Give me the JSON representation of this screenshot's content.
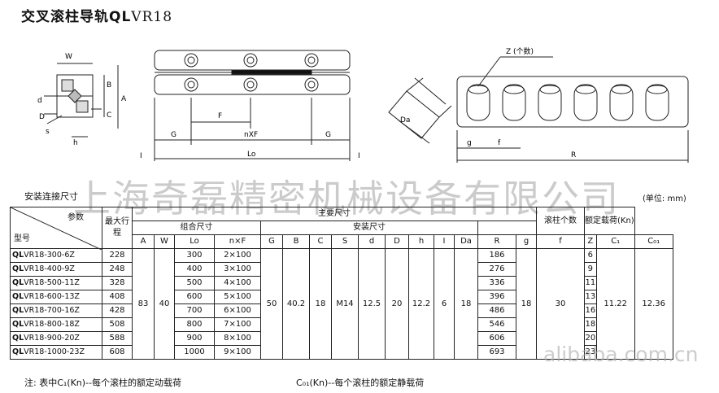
{
  "title": {
    "main": "交叉滚柱导轨",
    "brand": "QL",
    "sub": "VR18"
  },
  "drawing_labels": {
    "w": "W",
    "a": "A",
    "b": "B",
    "c": "C",
    "d": "d",
    "s": "s",
    "h": "h",
    "i": "I",
    "f": "F",
    "g": "G",
    "nxf": "nXF",
    "lo": "Lo",
    "z": "Z (个数)",
    "da": "Da",
    "g2": "g",
    "f2": "f",
    "r": "R"
  },
  "watermark": "上海奇磊精密机械设备有限公司",
  "watermark2": "alibaba.com.cn",
  "caption_left": "安装连接尺寸",
  "caption_right": "(单位: mm)",
  "table": {
    "corner_param": "参数",
    "corner_model": "型号",
    "max_travel": "最大行程",
    "main_dims": "主要尺寸",
    "assembly": "组合尺寸",
    "install": "安装尺寸",
    "roller_count": "滚柱个数",
    "rated_load": "额定载荷(Kn)",
    "sub_headers": [
      "A",
      "W",
      "Lo",
      "n×F",
      "G",
      "B",
      "C",
      "S",
      "d",
      "D",
      "h",
      "I",
      "Da",
      "R",
      "g",
      "f",
      "Z",
      "C₁",
      "C₀₁"
    ],
    "rows": [
      {
        "model_brand": "QL",
        "model": "VR18-300-6Z",
        "travel": "228",
        "lo": "300",
        "nxf": "2×100",
        "r": "186",
        "z": "6"
      },
      {
        "model_brand": "QL",
        "model": "VR18-400-9Z",
        "travel": "248",
        "lo": "400",
        "nxf": "3×100",
        "r": "276",
        "z": "9"
      },
      {
        "model_brand": "QL",
        "model": "VR18-500-11Z",
        "travel": "328",
        "lo": "500",
        "nxf": "4×100",
        "r": "336",
        "z": "11"
      },
      {
        "model_brand": "QL",
        "model": "VR18-600-13Z",
        "travel": "408",
        "lo": "600",
        "nxf": "5×100",
        "r": "396",
        "z": "13"
      },
      {
        "model_brand": "QL",
        "model": "VR18-700-16Z",
        "travel": "428",
        "lo": "700",
        "nxf": "6×100",
        "r": "486",
        "z": "16"
      },
      {
        "model_brand": "QL",
        "model": "VR18-800-18Z",
        "travel": "508",
        "lo": "800",
        "nxf": "7×100",
        "r": "546",
        "z": "18"
      },
      {
        "model_brand": "QL",
        "model": "VR18-900-20Z",
        "travel": "588",
        "lo": "900",
        "nxf": "8×100",
        "r": "606",
        "z": "20"
      },
      {
        "model_brand": "QL",
        "model": "VR18-1000-23Z",
        "travel": "608",
        "lo": "1000",
        "nxf": "9×100",
        "r": "693",
        "z": "23"
      }
    ],
    "shared": {
      "a": "83",
      "w": "40",
      "g": "50",
      "b": "40.2",
      "c": "18",
      "s": "M14",
      "d": "12.5",
      "D": "20",
      "h": "12.2",
      "i": "6",
      "da": "18",
      "g2": "18",
      "f": "30",
      "c1": "11.22",
      "c01": "12.36"
    }
  },
  "note_left": "注: 表中C₁(Kn)--每个滚柱的额定动载荷",
  "note_right": "C₀₁(Kn)--每个滚柱的额定静载荷"
}
